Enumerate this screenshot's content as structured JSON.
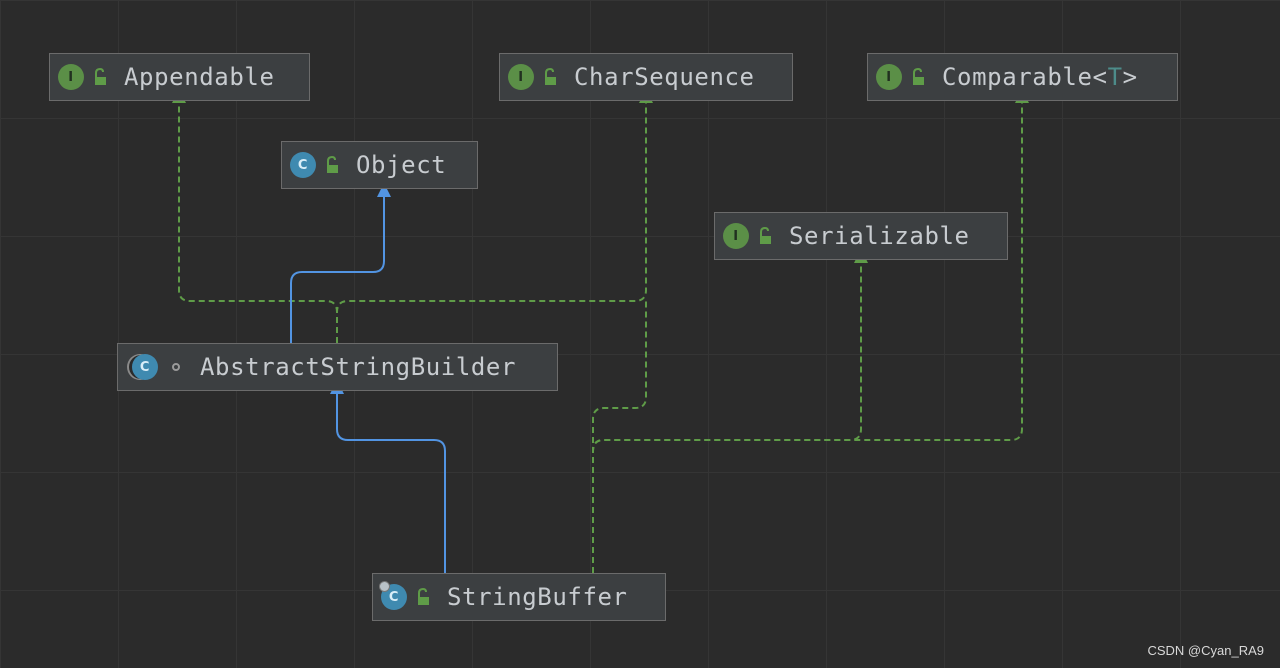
{
  "nodes": {
    "appendable": {
      "label": "Appendable",
      "badge": "I",
      "kind": "interface"
    },
    "charsequence": {
      "label": "CharSequence",
      "badge": "I",
      "kind": "interface"
    },
    "comparable": {
      "label": "Comparable",
      "type_open": "<",
      "type_param": "T",
      "type_close": ">",
      "badge": "I",
      "kind": "interface"
    },
    "object": {
      "label": "Object",
      "badge": "C",
      "kind": "class"
    },
    "serializable": {
      "label": "Serializable",
      "badge": "I",
      "kind": "interface"
    },
    "abstractstringbuilder": {
      "label": "AbstractStringBuilder",
      "badge": "C",
      "kind": "abstract class"
    },
    "stringbuffer": {
      "label": "StringBuffer",
      "badge": "C",
      "kind": "final class"
    }
  },
  "relations": [
    {
      "from": "AbstractStringBuilder",
      "to": "Object",
      "type": "extends"
    },
    {
      "from": "AbstractStringBuilder",
      "to": "Appendable",
      "type": "implements"
    },
    {
      "from": "AbstractStringBuilder",
      "to": "CharSequence",
      "type": "implements"
    },
    {
      "from": "StringBuffer",
      "to": "AbstractStringBuilder",
      "type": "extends"
    },
    {
      "from": "StringBuffer",
      "to": "CharSequence",
      "type": "implements"
    },
    {
      "from": "StringBuffer",
      "to": "Serializable",
      "type": "implements"
    },
    {
      "from": "StringBuffer",
      "to": "Comparable",
      "type": "implements"
    }
  ],
  "colors": {
    "extends": "#5294e2",
    "implements": "#5f9c48",
    "background": "#2b2b2b",
    "node_fill": "#3c3f41"
  },
  "watermark": "CSDN @Cyan_RA9"
}
